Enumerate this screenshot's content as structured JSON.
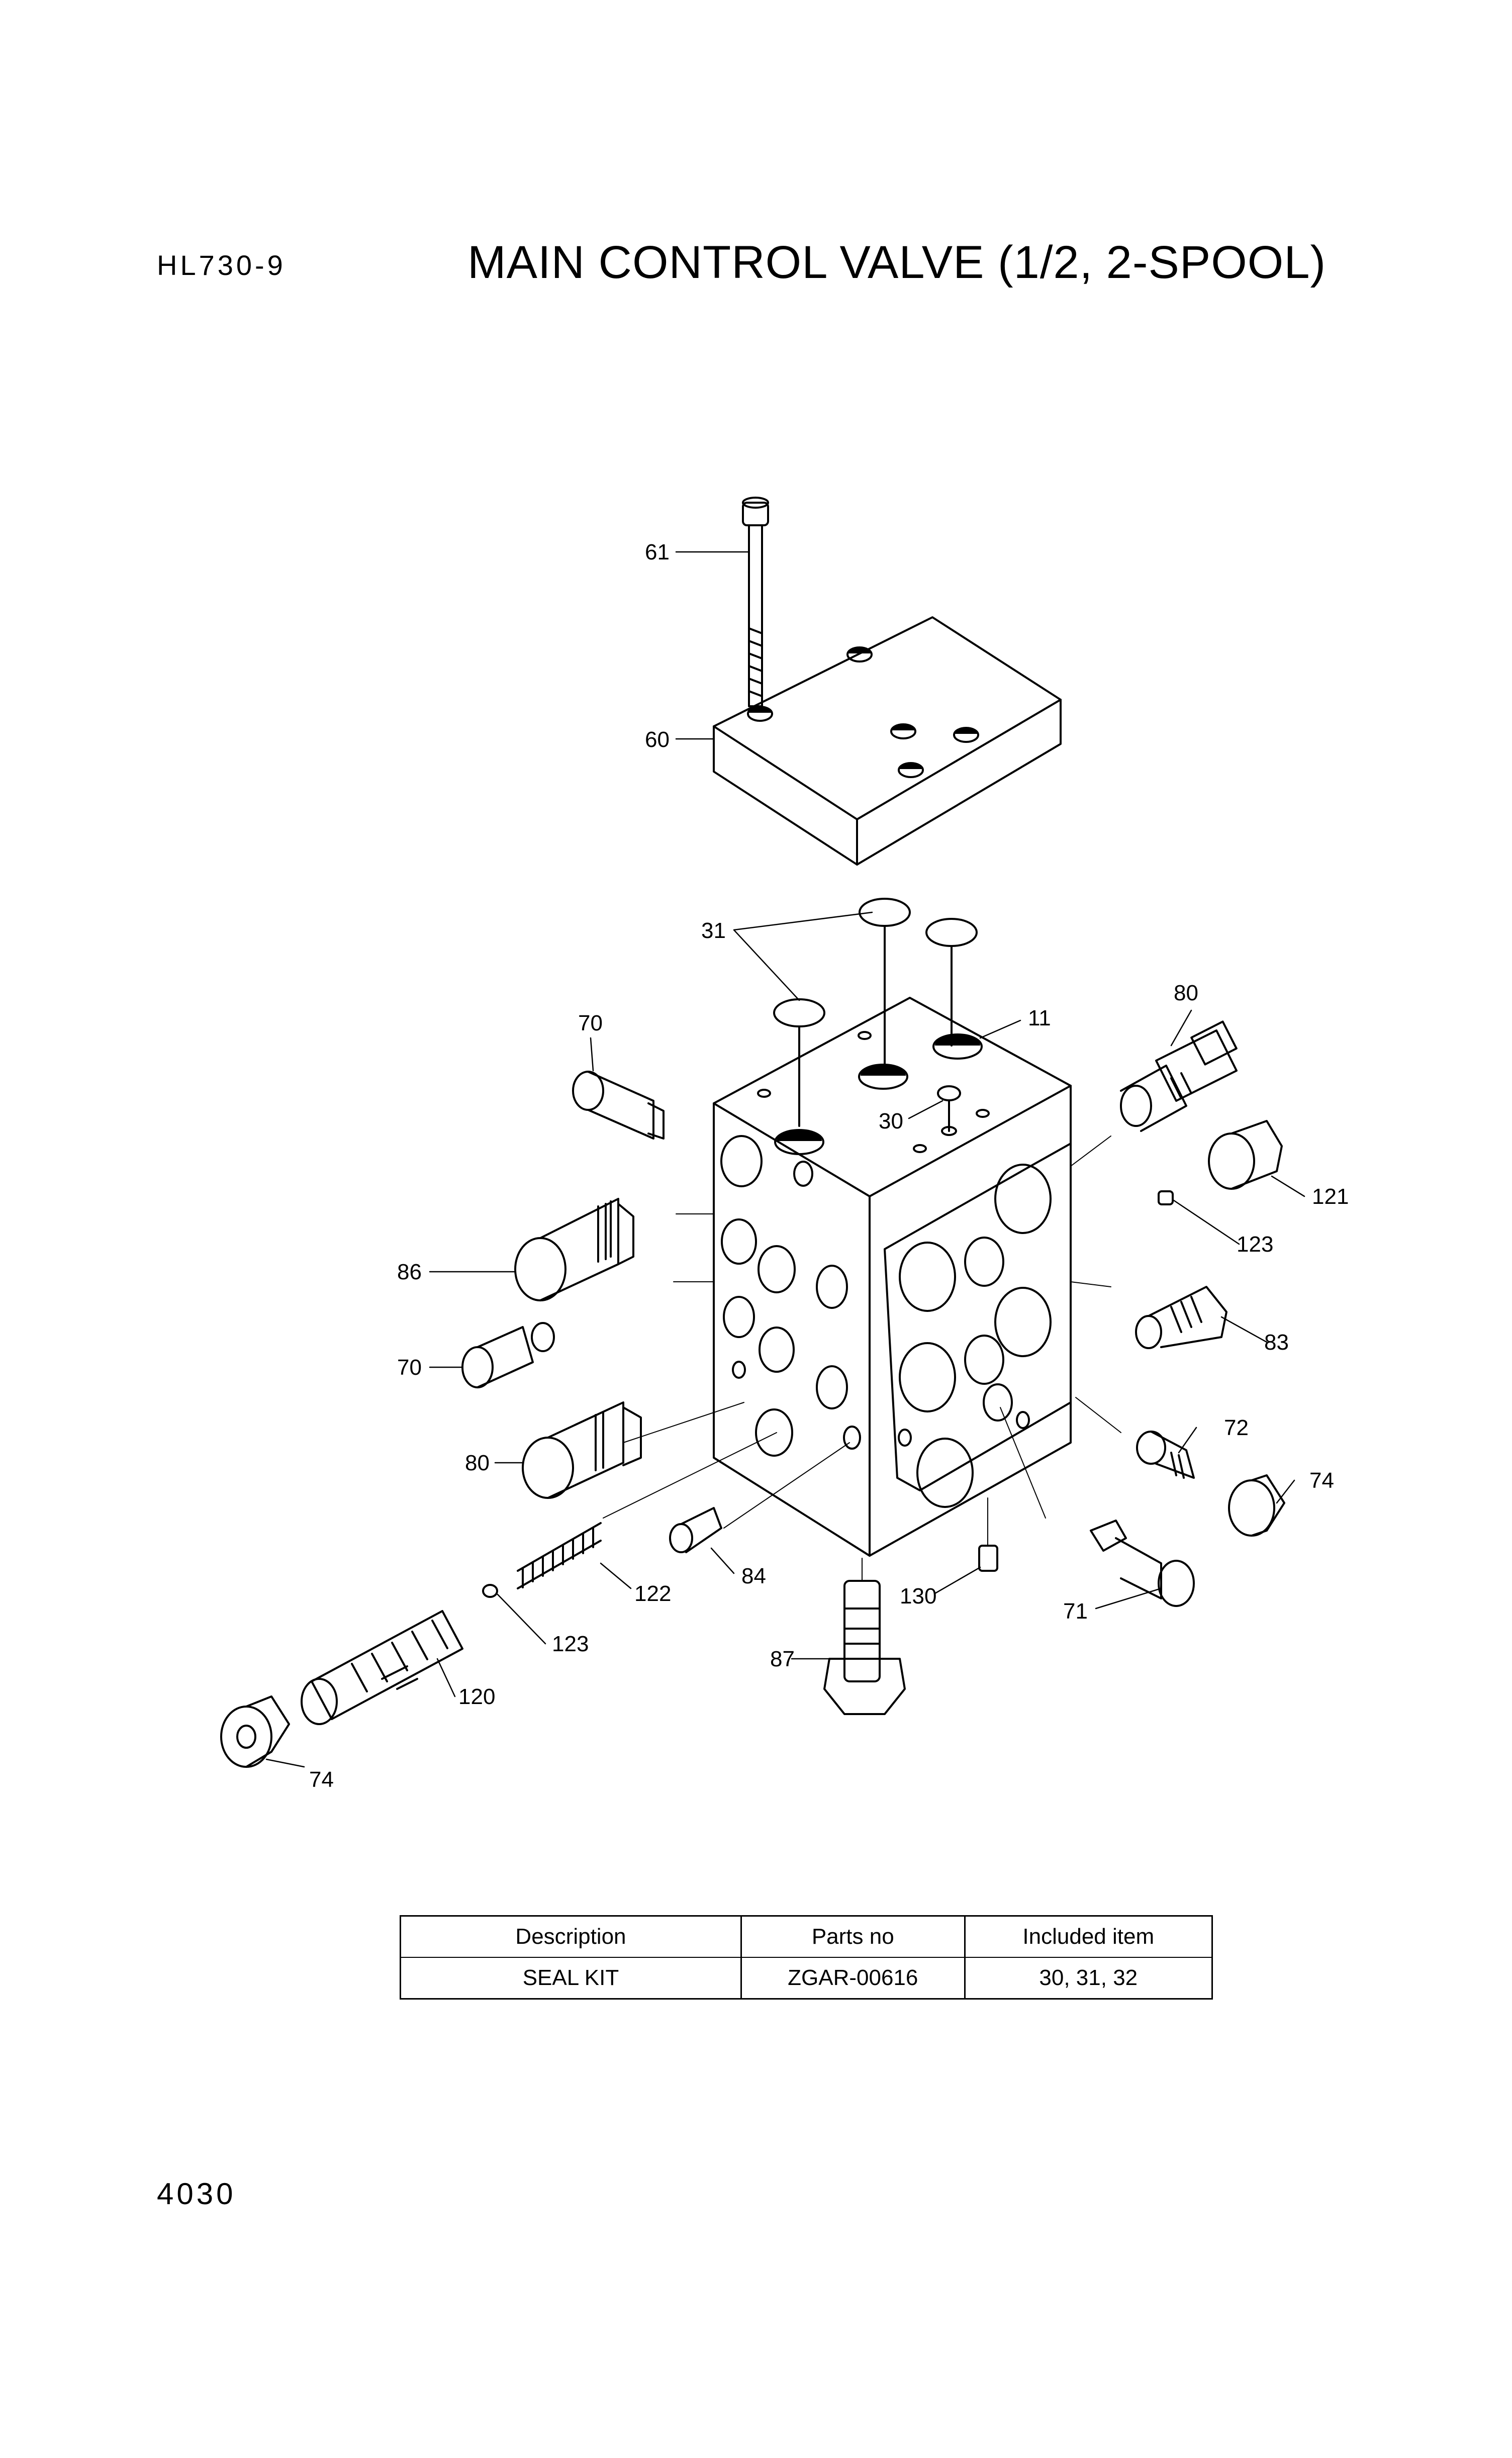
{
  "header": {
    "model": "HL730-9",
    "title": "MAIN CONTROL VALVE (1/2, 2-SPOOL)"
  },
  "callouts": [
    "61",
    "60",
    "31",
    "11",
    "30",
    "80",
    "70",
    "86",
    "70",
    "121",
    "123",
    "83",
    "80",
    "72",
    "74",
    "122",
    "84",
    "130",
    "71",
    "87",
    "123",
    "120",
    "74"
  ],
  "seal_kit_table": {
    "headers": [
      "Description",
      "Parts no",
      "Included item"
    ],
    "rows": [
      [
        "SEAL KIT",
        "ZGAR-00616",
        "30, 31, 32"
      ]
    ]
  },
  "footer": {
    "page_number": "4030"
  }
}
